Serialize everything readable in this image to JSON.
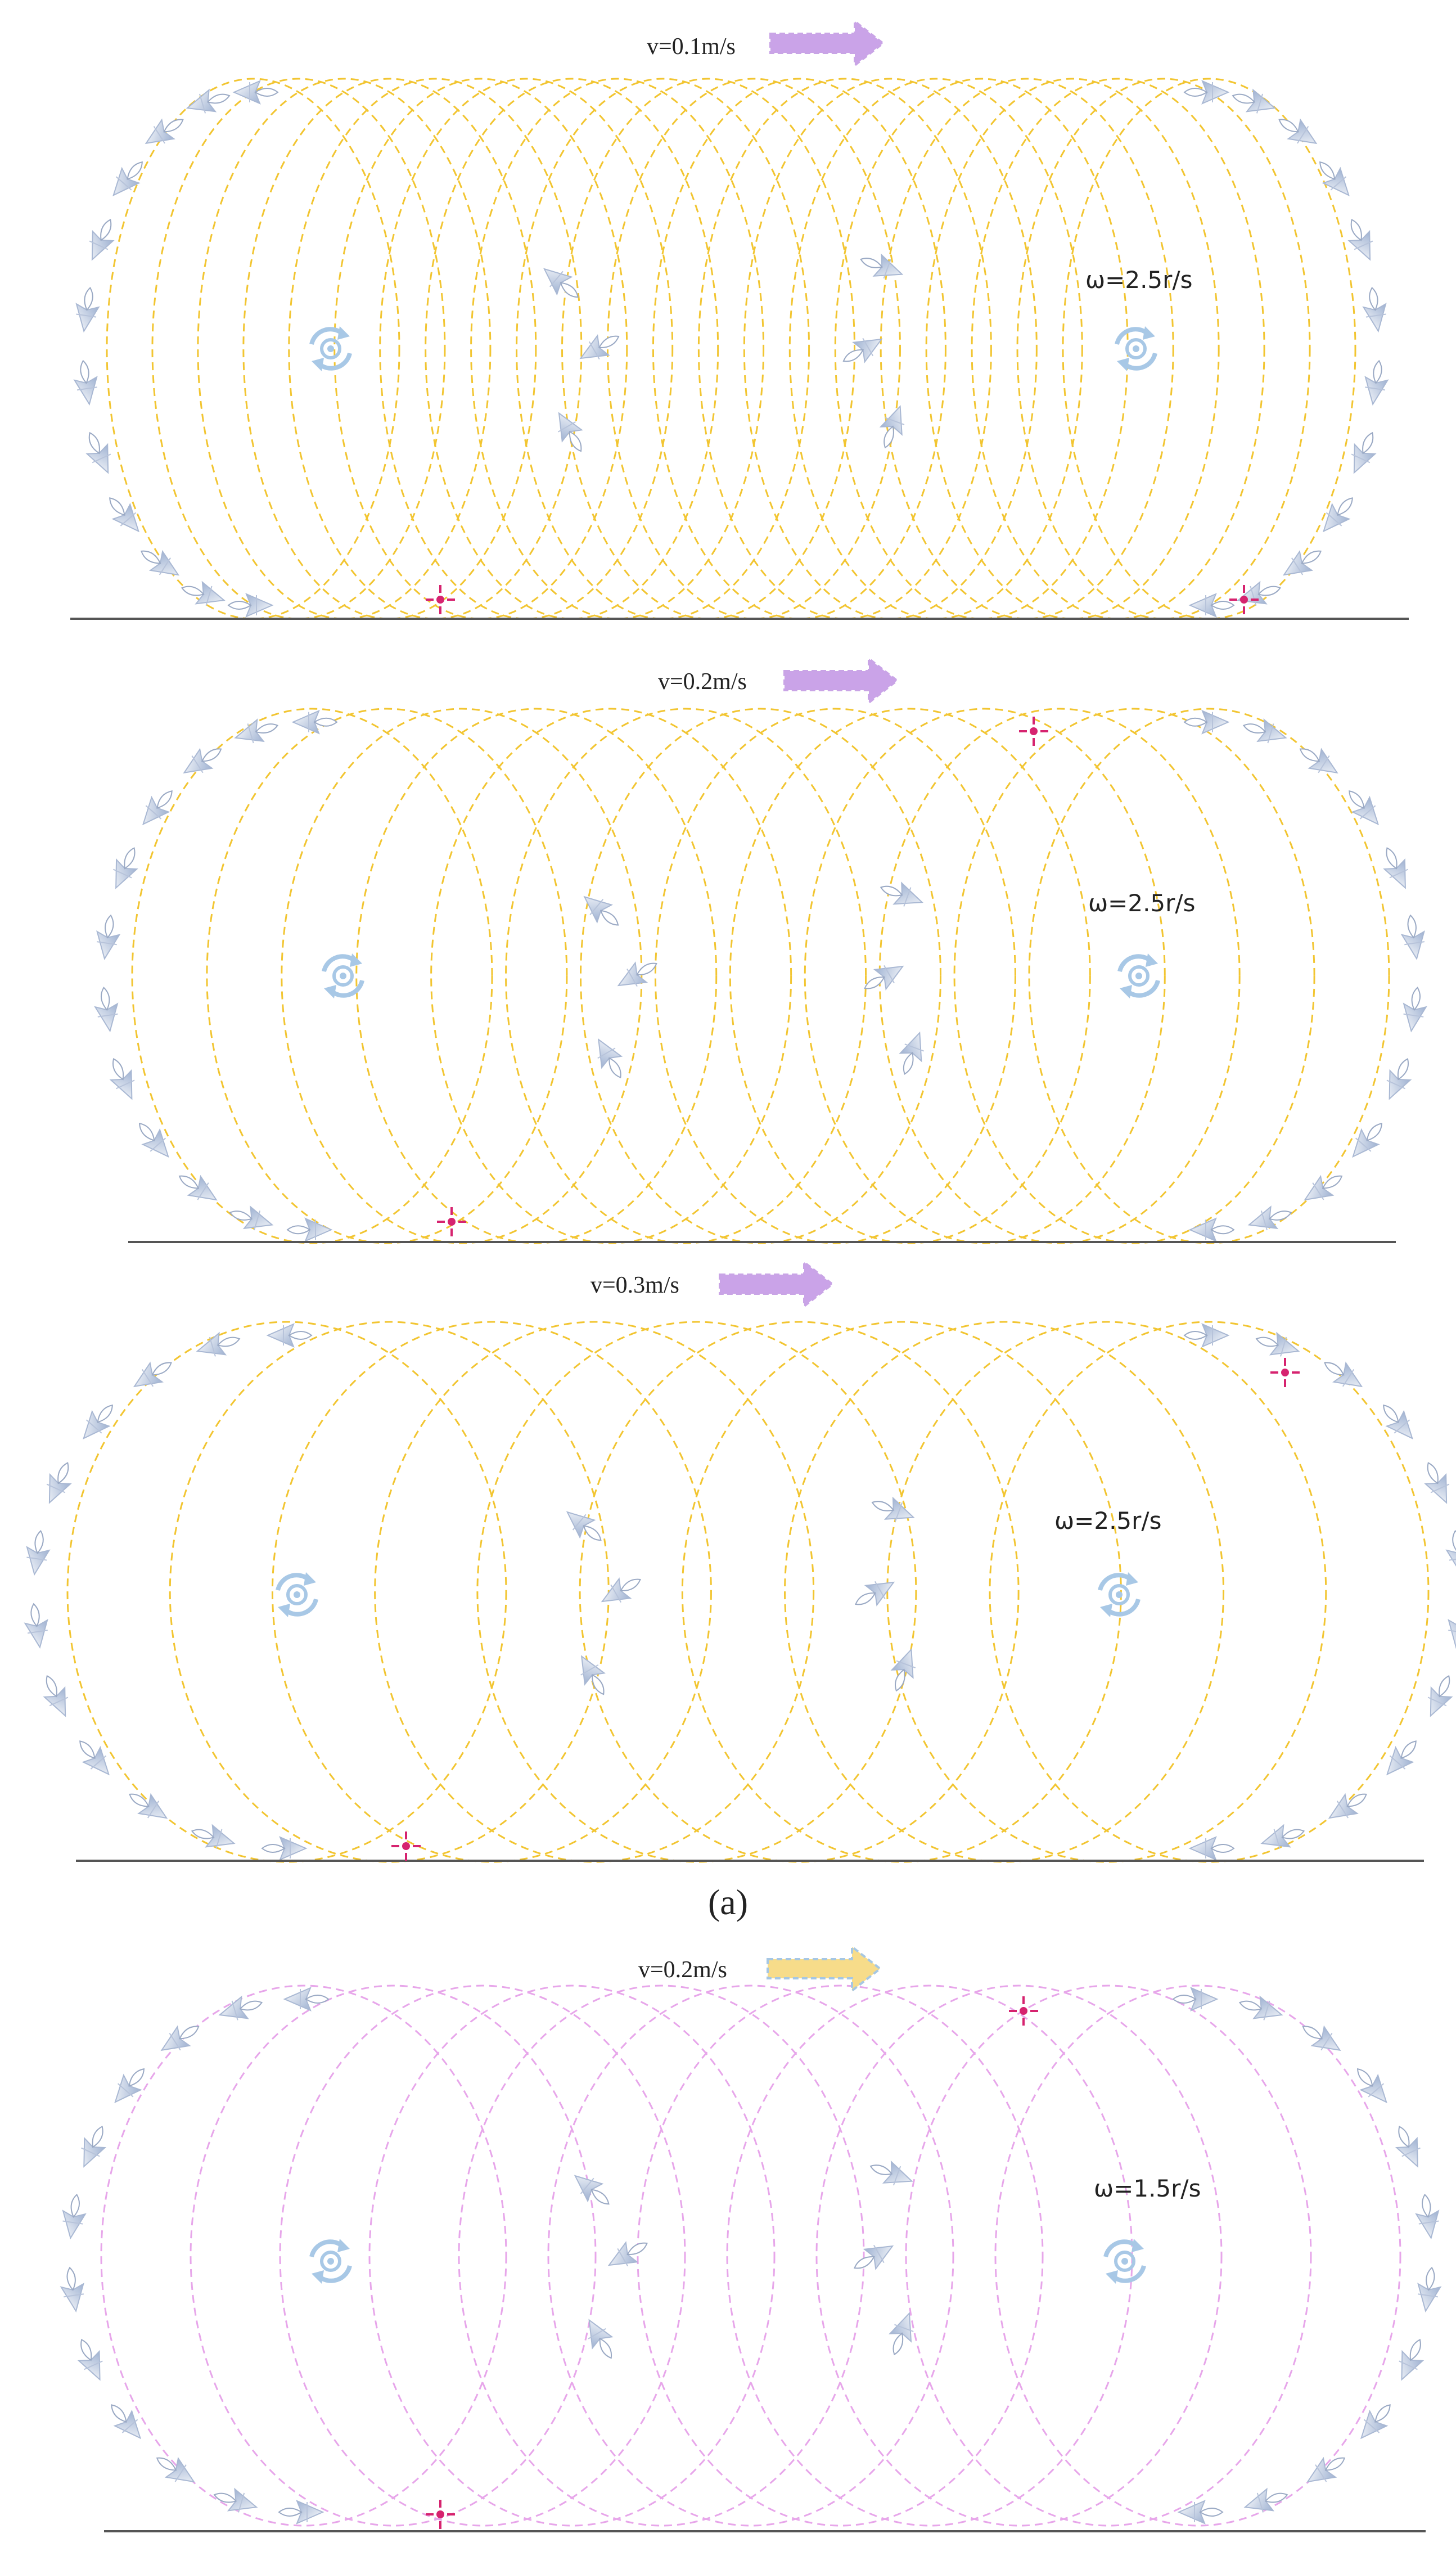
{
  "panels": [
    {
      "velocity_label": "v=0.1m/s",
      "omega_label": "ω=2.5r/s",
      "curve_color": "#f2c531",
      "arrow_color": "#caa3e8",
      "arrow_border": "#c9a4e6",
      "spacing": "dense"
    },
    {
      "velocity_label": "v=0.2m/s",
      "omega_label": "ω=2.5r/s",
      "curve_color": "#f2c531",
      "arrow_color": "#caa3e8",
      "arrow_border": "#c9a4e6",
      "spacing": "medium"
    },
    {
      "velocity_label": "v=0.3m/s",
      "omega_label": "ω=2.5r/s",
      "curve_color": "#f2c531",
      "arrow_color": "#caa3e8",
      "arrow_border": "#c9a4e6",
      "spacing": "wide"
    },
    {
      "velocity_label": "v=0.2m/s",
      "omega_label": "ω=1.5r/s",
      "curve_color": "#e7a6ea",
      "arrow_color": "#f7dc8a",
      "arrow_border": "#a6c7e3",
      "spacing": "medium"
    }
  ],
  "subfigure_label": "(a)",
  "colors": {
    "ground": "#555555",
    "marker": "#d6236f",
    "rotation_icon": "#a8c8e6",
    "fish": "#9db0cf"
  },
  "icons": [
    "rotation-icon",
    "fish-icon",
    "position-marker-icon",
    "direction-arrow-icon"
  ]
}
